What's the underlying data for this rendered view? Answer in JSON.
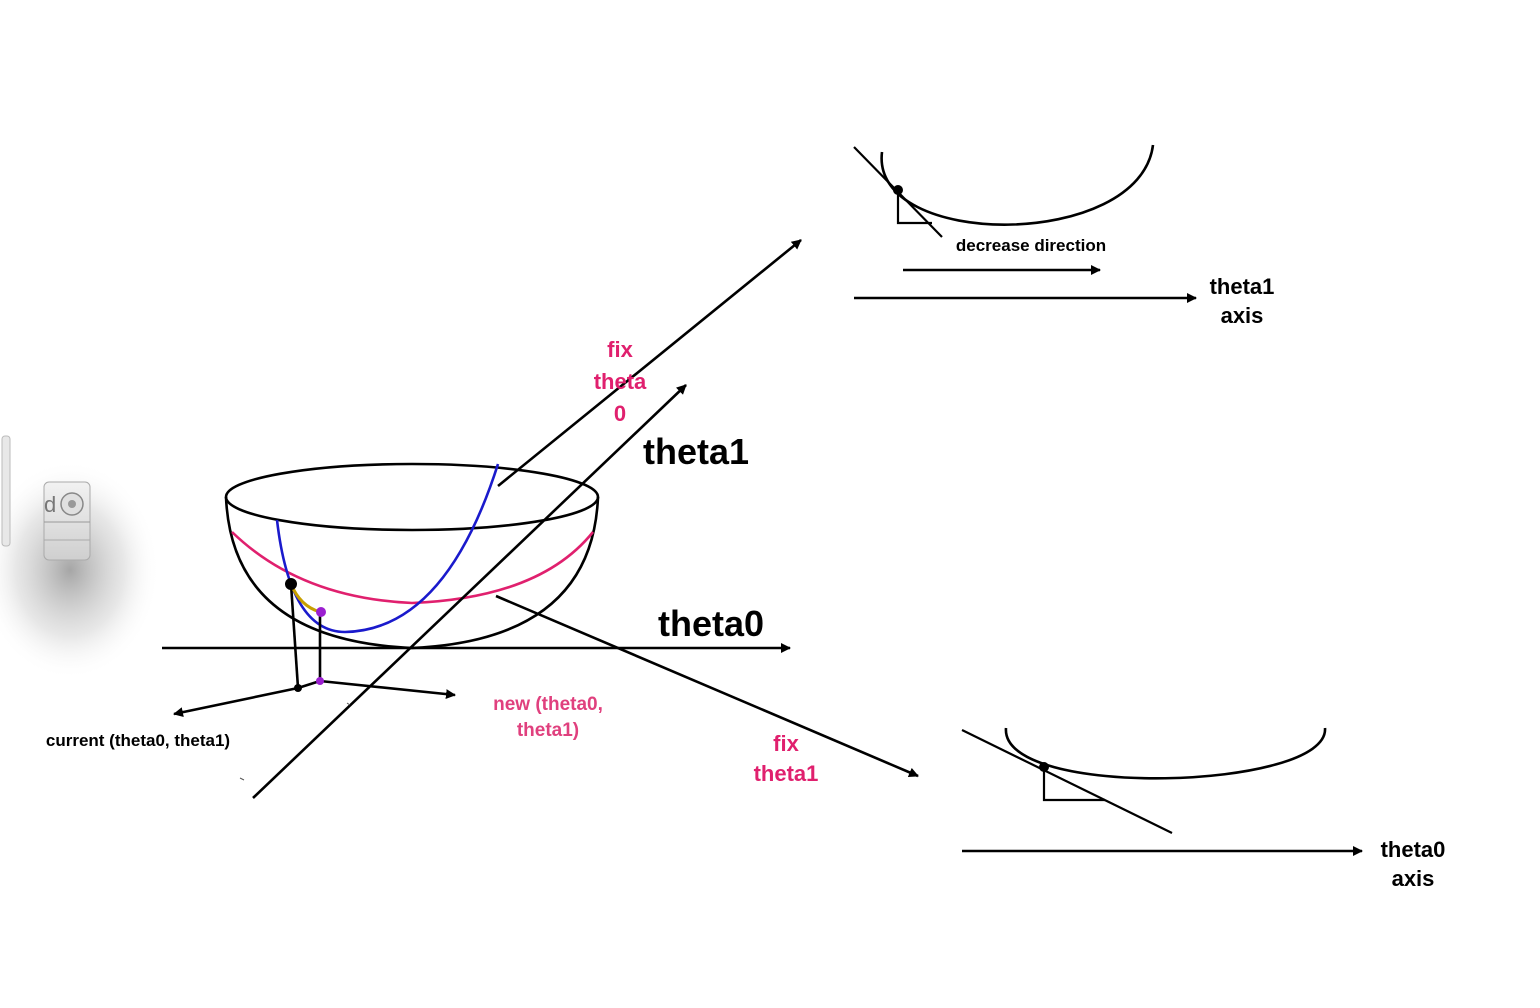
{
  "labels": {
    "theta1_axis_main": "theta1",
    "theta0_axis_main": "theta0",
    "fix_theta0_line1": "fix",
    "fix_theta0_line2": "theta",
    "fix_theta0_line3": "0",
    "fix_theta1_line1": "fix",
    "fix_theta1_line2": "theta1",
    "decrease_direction": "decrease direction",
    "theta1_axis_line1": "theta1",
    "theta1_axis_line2": "axis",
    "theta0_axis_line1": "theta0",
    "theta0_axis_line2": "axis",
    "current_point": "current (theta0, theta1)",
    "new_point_line1": "new (theta0,",
    "new_point_line2": "theta1)"
  },
  "colors": {
    "outline": "#000000",
    "pink_curve": "#e0206e",
    "blue_curve": "#1a1acc",
    "gold_path": "#c8a000",
    "purple_point": "#9b1fd0",
    "annotation_pink": "#e0206e"
  },
  "icons": {
    "side_widget": "speaker-widget-icon"
  }
}
